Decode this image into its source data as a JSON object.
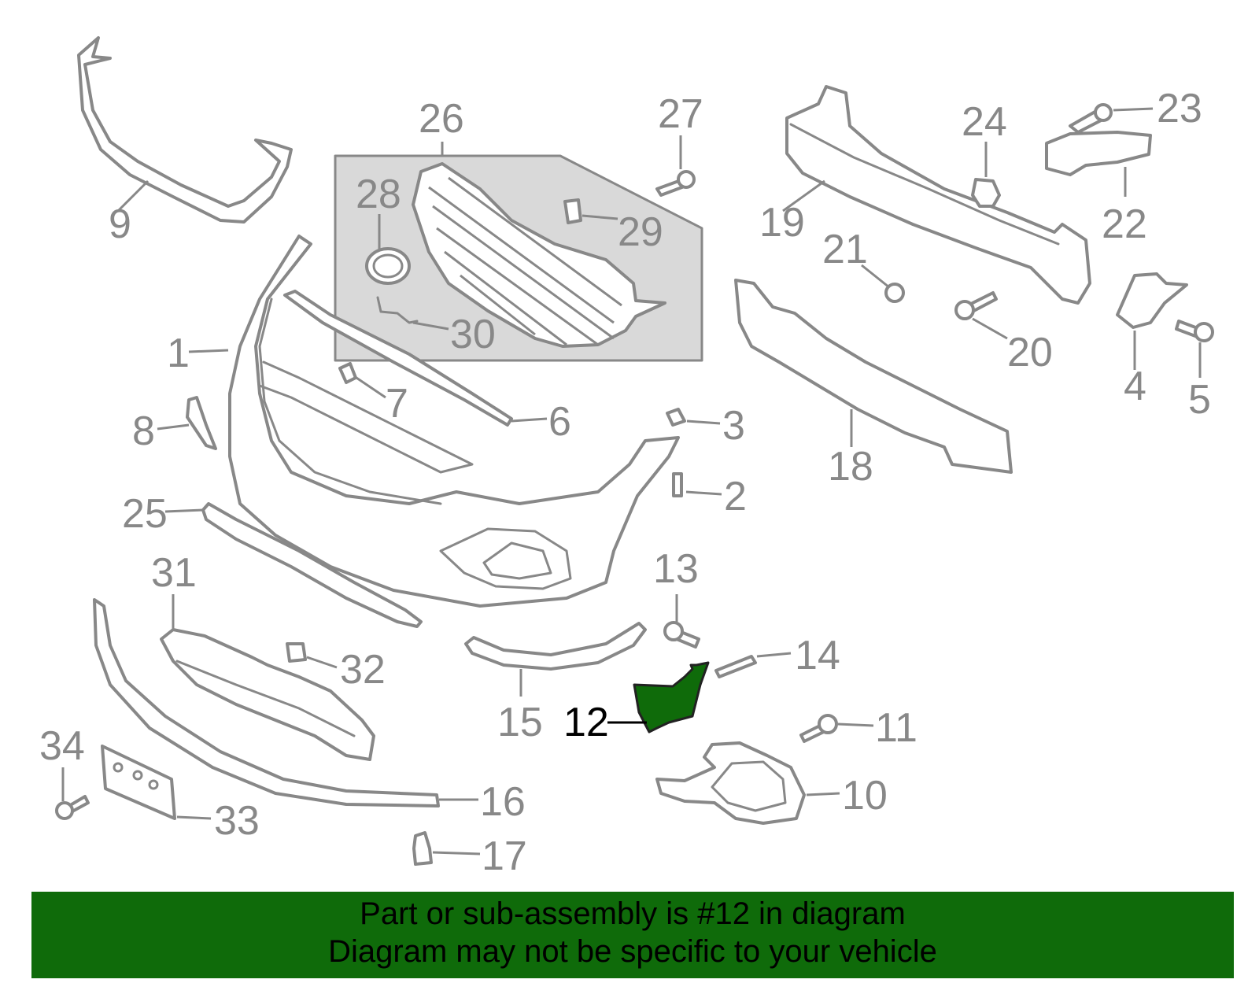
{
  "diagram": {
    "colors": {
      "line": "#888888",
      "highlight": "#0f6b0a",
      "banner": "#0f6b0a"
    },
    "highlighted_part": "12",
    "callouts": {
      "c1": "1",
      "c2": "2",
      "c3": "3",
      "c4": "4",
      "c5": "5",
      "c6": "6",
      "c7": "7",
      "c8": "8",
      "c9": "9",
      "c10": "10",
      "c11": "11",
      "c12": "12",
      "c13": "13",
      "c14": "14",
      "c15": "15",
      "c16": "16",
      "c17": "17",
      "c18": "18",
      "c19": "19",
      "c20": "20",
      "c21": "21",
      "c22": "22",
      "c23": "23",
      "c24": "24",
      "c25": "25",
      "c26": "26",
      "c27": "27",
      "c28": "28",
      "c29": "29",
      "c30": "30",
      "c31": "31",
      "c32": "32",
      "c33": "33",
      "c34": "34"
    }
  },
  "banner": {
    "line1": "Part or sub-assembly is #12 in diagram",
    "line2": "Diagram may not be specific to your vehicle"
  }
}
